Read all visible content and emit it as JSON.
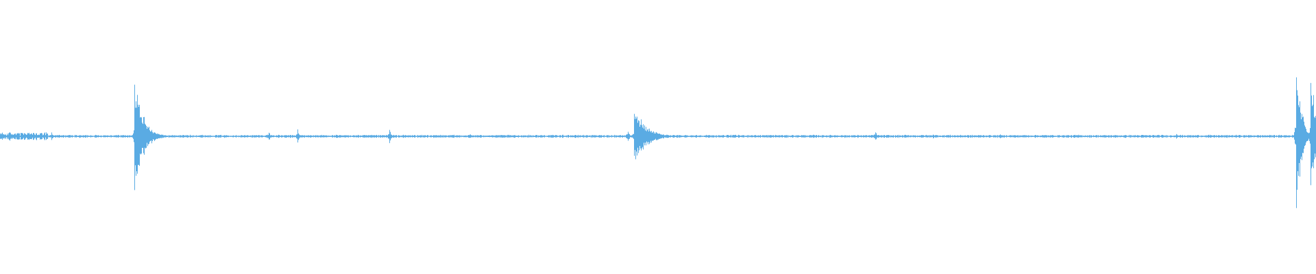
{
  "waveform": {
    "color": "#5AABE3",
    "background": "#ffffff",
    "baseline_fraction": 0.5,
    "duration_fraction_range": [
      0,
      1
    ],
    "transients": [
      {
        "position": 0.102,
        "amplitude": 0.42,
        "decay": 0.006,
        "label": "transient-1"
      },
      {
        "position": 0.482,
        "amplitude": 0.24,
        "decay": 0.008,
        "label": "transient-2"
      },
      {
        "position": 0.985,
        "amplitude": 0.75,
        "decay": 0.003,
        "label": "transient-3"
      },
      {
        "position": 0.996,
        "amplitude": 0.58,
        "decay": 0.003,
        "label": "transient-4"
      }
    ],
    "minor_blips": [
      {
        "position": 0.039,
        "amplitude": 0.03
      },
      {
        "position": 0.204,
        "amplitude": 0.04
      },
      {
        "position": 0.226,
        "amplitude": 0.06
      },
      {
        "position": 0.296,
        "amplitude": 0.05
      },
      {
        "position": 0.357,
        "amplitude": 0.02
      },
      {
        "position": 0.477,
        "amplitude": 0.05
      },
      {
        "position": 0.665,
        "amplitude": 0.04
      },
      {
        "position": 0.709,
        "amplitude": 0.02
      },
      {
        "position": 0.76,
        "amplitude": 0.02
      },
      {
        "position": 0.894,
        "amplitude": 0.02
      }
    ],
    "noise_floor": 0.01,
    "lead_in_noise": 0.02
  }
}
